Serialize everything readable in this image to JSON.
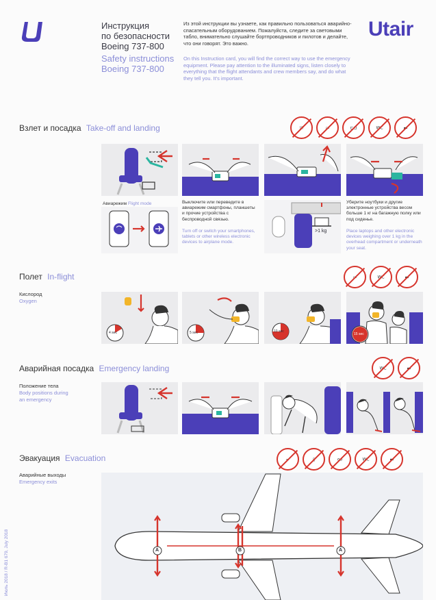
{
  "header": {
    "title_ru": [
      "Инструкция",
      "по безопасности",
      "Boeing 737-800"
    ],
    "title_en": [
      "Safety instructions",
      "Boeing 737-800"
    ],
    "intro_ru": "Из этой инструкции вы узнаете, как правильно пользоваться аварийно-спасательным оборудованием. Пожалуйста, следите за световыми табло, внимательно слушайте бортпроводников и пилотов и делайте, что они говорят. Это важно.",
    "intro_en": "On this Instruction card, you will find the correct way to use the emergency equipment. Please pay attention to the illuminated signs, listen closely to everything that the flight attendants and crew members say, and do what they tell you. It's important.",
    "brand": "Utair"
  },
  "sections": {
    "takeoff": {
      "ru": "Взлет и посадка",
      "en": "Take-off and landing"
    },
    "inflight": {
      "ru": "Полет",
      "en": "In-flight",
      "sub_ru": "Кислород",
      "sub_en": "Oxygen"
    },
    "emergency": {
      "ru": "Аварийная посадка",
      "en": "Emergency landing",
      "sub_ru": "Положение тела",
      "sub_en": [
        "Body positions during",
        "an emergency"
      ]
    },
    "evacuation": {
      "ru": "Эвакуация",
      "en": "Evacuation",
      "sub_ru": "Аварийные выходы",
      "sub_en": "Emergency exits"
    }
  },
  "flight_mode": {
    "ru": "Авиарежим",
    "en": "Flight mode"
  },
  "captions": {
    "devices_ru": "Выключите или переведите в авиарежим смартфоны, планшеты и прочие устройства с беспроводной связью.",
    "devices_en": "Turn off or switch your smartphones, tablets or other wireless electronic devices to airplane mode.",
    "laptops_ru": "Уберите ноутбуки и другие электронные устройства весом больше 1 кг на багажную полку или под сиденье.",
    "laptops_en": "Place laptops and other electronic devices weighing over 1 kg in the overhead compartment or underneath your seat.",
    "weight": ">1 kg"
  },
  "oxygen_timers": [
    "4 sec",
    "5 sec",
    "10 sec",
    "15 sec"
  ],
  "wc_label": "WC",
  "exit_markers": [
    "A",
    "B",
    "A"
  ],
  "side_code": "Июль 2018 / R-B1 679, July 2018",
  "colors": {
    "accent": "#4b3fb8",
    "accent_light": "#8b8ed8",
    "red": "#d6342c",
    "seat": "#4b3fb8"
  }
}
